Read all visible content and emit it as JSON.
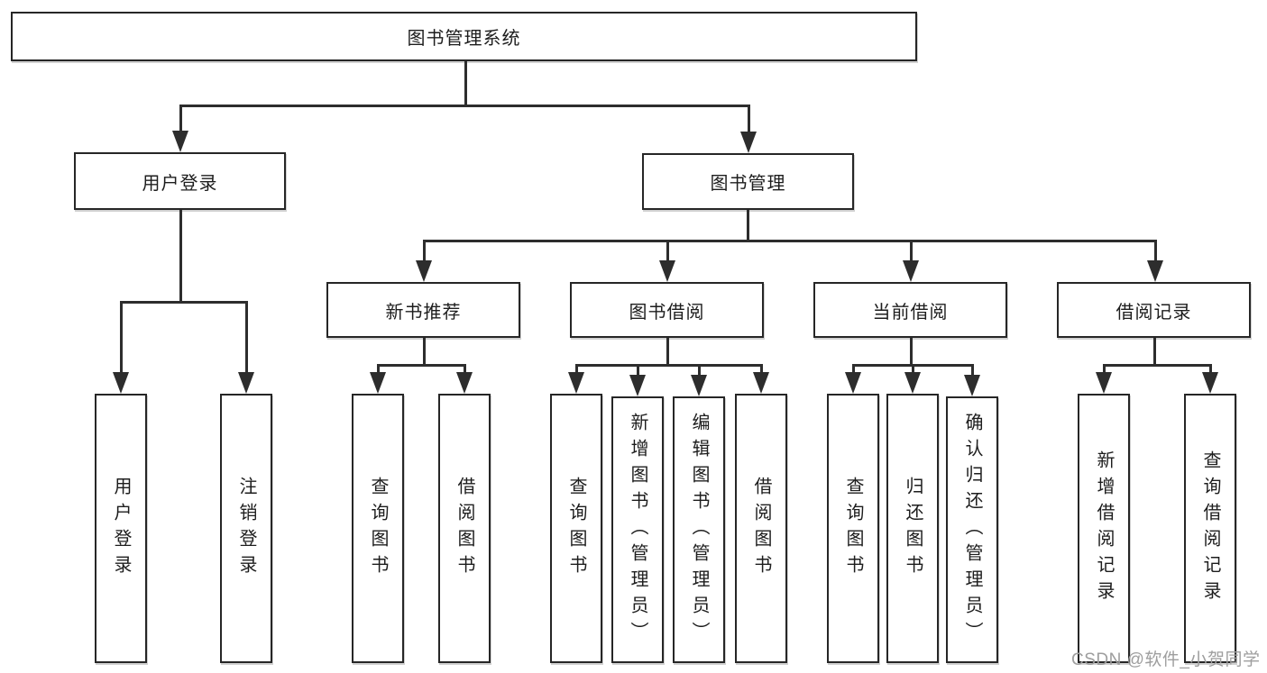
{
  "diagram": {
    "root": {
      "label": "图书管理系统"
    },
    "level2": [
      {
        "label": "用户登录"
      },
      {
        "label": "图书管理"
      }
    ],
    "level3": [
      {
        "label": "新书推荐"
      },
      {
        "label": "图书借阅"
      },
      {
        "label": "当前借阅"
      },
      {
        "label": "借阅记录"
      }
    ],
    "leaves": {
      "user_login": [
        "用户登录",
        "注销登录"
      ],
      "new_books": [
        "查询图书",
        "借阅图书"
      ],
      "book_borrow": [
        "查询图书",
        "新增图书（管理员）",
        "编辑图书（管理员）",
        "借阅图书"
      ],
      "current_borrow": [
        "查询图书",
        "归还图书",
        "确认归还（管理员）"
      ],
      "borrow_records": [
        "新增借阅记录",
        "查询借阅记录"
      ]
    }
  },
  "watermark": {
    "text": "CSDN @软件_小贺同学"
  },
  "colors": {
    "line": "#2d2d2d",
    "border": "#262626",
    "text": "#1d1d1d",
    "watermark": "#9e9e9e",
    "background": "#ffffff"
  }
}
